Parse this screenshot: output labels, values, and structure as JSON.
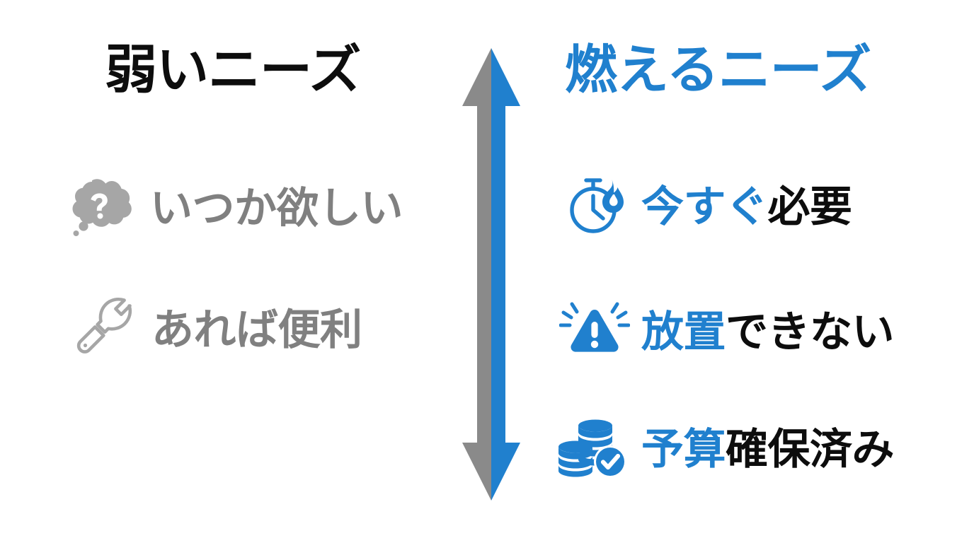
{
  "slide": {
    "background_color": "#ffffff",
    "accent_blue": "#2080ce",
    "muted_gray": "#808080",
    "arrow_gray": "#8a8a8a",
    "text_black": "#0d0d0d"
  },
  "left_column": {
    "heading": "弱いニーズ",
    "heading_color": "#0d0d0d",
    "items": [
      {
        "icon": "thought-bubble-question-icon",
        "text": "いつか欲しい",
        "color": "#808080"
      },
      {
        "icon": "wrench-icon",
        "text": "あれば便利",
        "color": "#808080"
      }
    ]
  },
  "right_column": {
    "heading": "燃えるニーズ",
    "heading_color": "#2080ce",
    "items": [
      {
        "icon": "stopwatch-flame-icon",
        "text_accent": "今すぐ",
        "text_plain": "必要"
      },
      {
        "icon": "warning-triangle-icon",
        "text_accent": "放置",
        "text_plain": "できない"
      },
      {
        "icon": "coins-check-icon",
        "text_accent": "予算",
        "text_plain": "確保済み"
      }
    ]
  },
  "center_arrow": {
    "name": "double-headed-vertical-arrow",
    "direction": "up-down",
    "left_half_color": "#8a8a8a",
    "right_half_color": "#2080ce"
  }
}
